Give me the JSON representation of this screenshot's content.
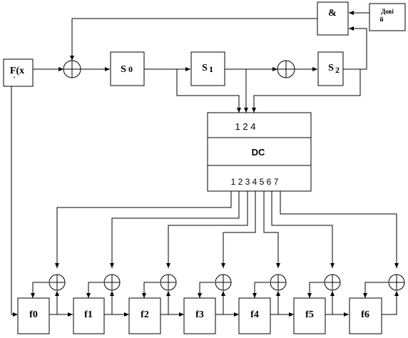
{
  "blocks": {
    "and_gate": "&",
    "data_input": [
      "Дові",
      "й"
    ],
    "fx": [
      "F(x",
      "`"
    ],
    "s0": [
      "S",
      "0"
    ],
    "s1": [
      "S",
      "1"
    ],
    "s2": [
      "S",
      "2"
    ],
    "dc_inputs": "1 2 4",
    "dc_title": "DC",
    "dc_outputs": "1 2 3 4 5 6 7",
    "f0": "f0",
    "f1": "f1",
    "f2": "f2",
    "f3": "f3",
    "f4": "f4",
    "f5": "f5",
    "f6": "f6"
  }
}
